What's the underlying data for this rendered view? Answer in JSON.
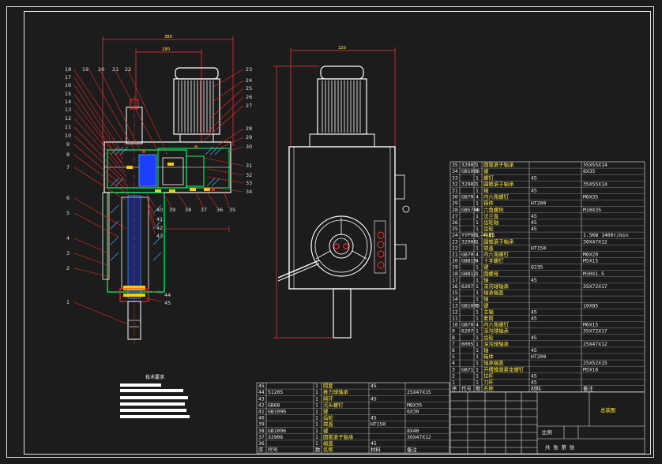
{
  "colors": {
    "background": "#1c1c1c",
    "outline": "#ffffff",
    "leader": "#ff2a2a",
    "section": "#00ff66",
    "hatch": "#4db8ff",
    "dimension": "#ff3333",
    "table_text": "#f0f0f0",
    "table_accent": "#ffeb3b"
  },
  "labels_left": [
    "18",
    "19",
    "20",
    "21",
    "22",
    "17",
    "16",
    "15",
    "14",
    "13",
    "12",
    "11",
    "10",
    "9",
    "8",
    "7",
    "6",
    "5",
    "4",
    "3",
    "2",
    "1"
  ],
  "labels_right": [
    "23",
    "24",
    "25",
    "26",
    "27",
    "28",
    "29",
    "30",
    "31",
    "32",
    "33",
    "34",
    "35"
  ],
  "labels_bottom": [
    "40",
    "41",
    "42",
    "43",
    "39",
    "38",
    "37",
    "36",
    "44",
    "45"
  ],
  "bom_right": [
    {
      "no": "35",
      "code": "32907",
      "qty": "1",
      "name": "圆锥滚子轴承",
      "mat": "",
      "spec": "35X55X14"
    },
    {
      "no": "34",
      "code": "GB1096",
      "qty": "1",
      "name": "键",
      "mat": "",
      "spec": "8X35"
    },
    {
      "no": "33",
      "code": "",
      "qty": "1",
      "name": "螺钉",
      "mat": "45",
      "spec": ""
    },
    {
      "no": "32",
      "code": "32907",
      "qty": "1",
      "name": "圆锥滚子轴承",
      "mat": "",
      "spec": "35X55X14"
    },
    {
      "no": "31",
      "code": "",
      "qty": "1",
      "name": "轴",
      "mat": "45",
      "spec": ""
    },
    {
      "no": "30",
      "code": "GB70",
      "qty": "4",
      "name": "内六角螺钉",
      "mat": "",
      "spec": "M6X35"
    },
    {
      "no": "29",
      "code": "",
      "qty": "1",
      "name": "箱体",
      "mat": "HT200",
      "spec": ""
    },
    {
      "no": "28",
      "code": "GB5780",
      "qty": "4",
      "name": "六角螺栓",
      "mat": "",
      "spec": "M10X35"
    },
    {
      "no": "27",
      "code": "",
      "qty": "1",
      "name": "法兰盘",
      "mat": "45",
      "spec": ""
    },
    {
      "no": "26",
      "code": "",
      "qty": "1",
      "name": "齿轮轴",
      "mat": "45",
      "spec": ""
    },
    {
      "no": "25",
      "code": "",
      "qty": "1",
      "name": "齿轮",
      "mat": "45",
      "spec": ""
    },
    {
      "no": "24",
      "code": "YYP90L-4-B5",
      "qty": "1",
      "name": "电机",
      "mat": "",
      "spec": "1.5KW 1400r/min"
    },
    {
      "no": "23",
      "code": "32906",
      "qty": "1",
      "name": "圆锥滚子轴承",
      "mat": "",
      "spec": "30X47X12"
    },
    {
      "no": "22",
      "code": "",
      "qty": "1",
      "name": "端盖",
      "mat": "HT150",
      "spec": ""
    },
    {
      "no": "21",
      "code": "GB70",
      "qty": "4",
      "name": "内六角螺钉",
      "mat": "",
      "spec": "M6X20"
    },
    {
      "no": "20",
      "code": "GB819",
      "qty": "4",
      "name": "十字螺钉",
      "mat": "",
      "spec": "M5X15"
    },
    {
      "no": "19",
      "code": "",
      "qty": "1",
      "name": "键",
      "mat": "Q235",
      "spec": ""
    },
    {
      "no": "18",
      "code": "GB812",
      "qty": "1",
      "name": "圆螺母",
      "mat": "",
      "spec": "M30X1.5"
    },
    {
      "no": "17",
      "code": "",
      "qty": "1",
      "name": "轴",
      "mat": "45",
      "spec": ""
    },
    {
      "no": "16",
      "code": "6207",
      "qty": "1",
      "name": "深沟球轴承",
      "mat": "",
      "spec": "35X72X17"
    },
    {
      "no": "15",
      "code": "",
      "qty": "1",
      "name": "轴承端盖",
      "mat": "",
      "spec": ""
    },
    {
      "no": "14",
      "code": "",
      "qty": "1",
      "name": "轴",
      "mat": "",
      "spec": ""
    },
    {
      "no": "13",
      "code": "GB1096",
      "qty": "1",
      "name": "键",
      "mat": "",
      "spec": "10X85"
    },
    {
      "no": "12",
      "code": "",
      "qty": "1",
      "name": "主轴",
      "mat": "45",
      "spec": ""
    },
    {
      "no": "11",
      "code": "",
      "qty": "1",
      "name": "套筒",
      "mat": "45",
      "spec": ""
    },
    {
      "no": "10",
      "code": "GB70",
      "qty": "4",
      "name": "内六角螺钉",
      "mat": "",
      "spec": "M6X15"
    },
    {
      "no": "9",
      "code": "6207",
      "qty": "1",
      "name": "深沟球轴承",
      "mat": "",
      "spec": "35X72X17"
    },
    {
      "no": "8",
      "code": "",
      "qty": "1",
      "name": "齿轮",
      "mat": "45",
      "spec": ""
    },
    {
      "no": "7",
      "code": "6005",
      "qty": "1",
      "name": "深沟球轴承",
      "mat": "",
      "spec": "25X47X12"
    },
    {
      "no": "6",
      "code": "",
      "qty": "1",
      "name": "轴",
      "mat": "45",
      "spec": ""
    },
    {
      "no": "5",
      "code": "",
      "qty": "1",
      "name": "箱体",
      "mat": "HT200",
      "spec": ""
    },
    {
      "no": "4",
      "code": "",
      "qty": "1",
      "name": "轴承端盖",
      "mat": "",
      "spec": "25X52X15"
    },
    {
      "no": "3",
      "code": "GB71",
      "qty": "1",
      "name": "开槽锥端紧定螺钉",
      "mat": "",
      "spec": "M5X16"
    },
    {
      "no": "2",
      "code": "",
      "qty": "1",
      "name": "拉杆",
      "mat": "45",
      "spec": ""
    },
    {
      "no": "1",
      "code": "",
      "qty": "1",
      "name": "刀杆",
      "mat": "45",
      "spec": ""
    }
  ],
  "bom_right_header": {
    "no": "序",
    "code": "代号",
    "qty": "数",
    "name": "名称",
    "mat": "材料",
    "spec": "备注"
  },
  "bom_bottom": [
    {
      "no": "45",
      "code": "",
      "qty": "1",
      "name": "隔套",
      "mat": "45",
      "spec": ""
    },
    {
      "no": "44",
      "code": "51205",
      "qty": "1",
      "name": "推力球轴承",
      "mat": "",
      "spec": "25X47X15"
    },
    {
      "no": "43",
      "code": "",
      "qty": "1",
      "name": "隔环",
      "mat": "45",
      "spec": ""
    },
    {
      "no": "42",
      "code": "GB68",
      "qty": "1",
      "name": "沉头螺钉",
      "mat": "",
      "spec": "M8X35"
    },
    {
      "no": "41",
      "code": "GB1096",
      "qty": "1",
      "name": "键",
      "mat": "",
      "spec": "6X30"
    },
    {
      "no": "40",
      "code": "",
      "qty": "1",
      "name": "齿轮",
      "mat": "45",
      "spec": ""
    },
    {
      "no": "39",
      "code": "",
      "qty": "1",
      "name": "端盖",
      "mat": "HT150",
      "spec": ""
    },
    {
      "no": "38",
      "code": "GB1096",
      "qty": "1",
      "name": "键",
      "mat": "",
      "spec": "8X40"
    },
    {
      "no": "37",
      "code": "32906",
      "qty": "1",
      "name": "圆锥滚子轴承",
      "mat": "",
      "spec": "30X47X12"
    },
    {
      "no": "36",
      "code": "",
      "qty": "1",
      "name": "端盖",
      "mat": "45",
      "spec": ""
    }
  ],
  "bom_bottom_header": {
    "no": "序",
    "code": "代号",
    "qty": "数",
    "name": "名称",
    "mat": "材料",
    "spec": "备注"
  },
  "title_block": {
    "drawing_name": "总装图",
    "scale_label": "比例",
    "sheet_label": "共 张 第 张"
  },
  "tech_requirements_title": "技术要求"
}
